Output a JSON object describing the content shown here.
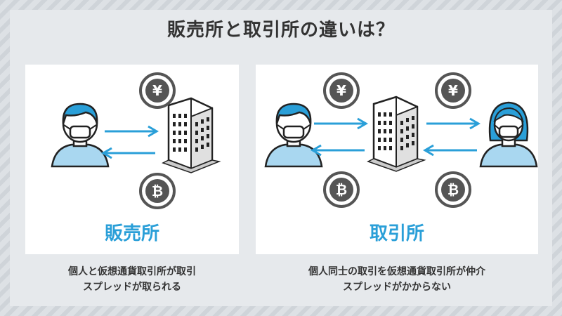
{
  "title": "販売所と取引所の違いは？",
  "panels": {
    "left": {
      "label": "販売所",
      "caption_line1": "個人と仮想通貨取引所が取引",
      "caption_line2": "スプレッドが取られる"
    },
    "right": {
      "label": "取引所",
      "caption_line1": "個人同士の取引を仮想通貨取引所が仲介",
      "caption_line2": "スプレッドがかからない"
    }
  },
  "coins": {
    "yen": "¥",
    "bitcoin": "₿"
  },
  "colors": {
    "accent": "#2a9fd8",
    "coin": "#555555",
    "shirt": "#a9d7f0",
    "hair": "#2a9fd8"
  }
}
